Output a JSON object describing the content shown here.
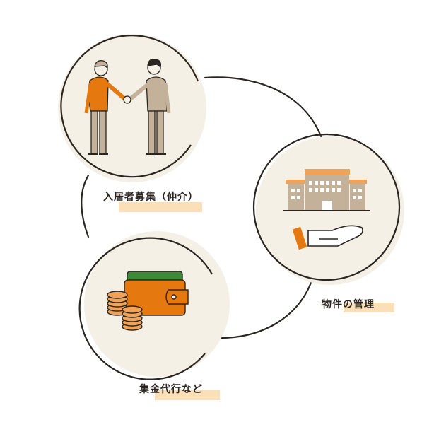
{
  "diagram": {
    "colors": {
      "circle_fill": "#f5f0e6",
      "outline": "#2a2520",
      "label_highlight": "#fbdfb8",
      "orange": "#e5780e",
      "beige": "#c4b19a",
      "green": "#3f8a3a"
    },
    "nodes": [
      {
        "id": "recruitment",
        "label": "入居者募集（仲介）",
        "icon": "handshake-icon"
      },
      {
        "id": "management",
        "label": "物件の管理",
        "icon": "building-on-hand-icon"
      },
      {
        "id": "collection",
        "label": "集金代行など",
        "icon": "wallet-and-coins-icon"
      }
    ]
  }
}
